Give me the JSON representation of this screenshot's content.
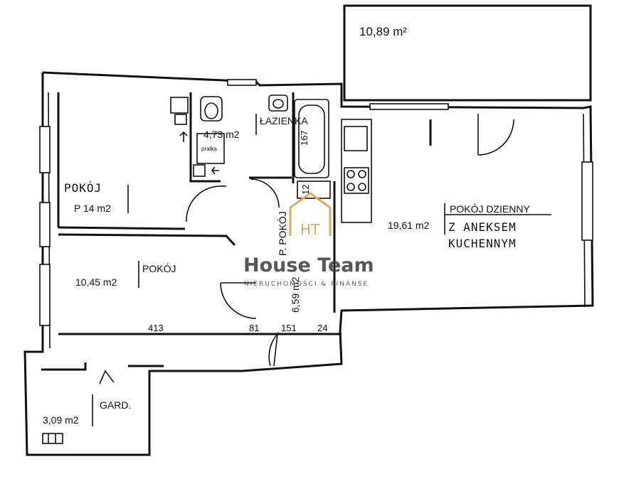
{
  "balcony": {
    "area": "10,89 m²"
  },
  "bathroom": {
    "name": "ŁAZIENKA",
    "area": "4,73 m2",
    "bath_dim": "167",
    "washer_label": "pralka"
  },
  "bedroom_top": {
    "name": "POKÓJ",
    "area_partial": "P 14 m2"
  },
  "bedroom_mid": {
    "name": "POKÓJ",
    "area": "10,45 m2"
  },
  "living": {
    "name_line1": "POKÓJ DZIENNY",
    "name_line2": "Z ANEKSEM",
    "name_line3": "KUCHENNYM",
    "area": "19,61 m2"
  },
  "hall": {
    "name": "P. POKÓJ",
    "area": "6,59 m2",
    "dim": "12"
  },
  "wardrobe": {
    "name": "GARD.",
    "area": "3,09 m2"
  },
  "dimensions": {
    "d413": "413",
    "d81": "81",
    "d151": "151",
    "d24": "24"
  },
  "logo": {
    "name": "House Team",
    "tagline": "NIERUCHOMOŚCI & FINANSE",
    "mark": "HT",
    "color": "#e2a85c"
  }
}
